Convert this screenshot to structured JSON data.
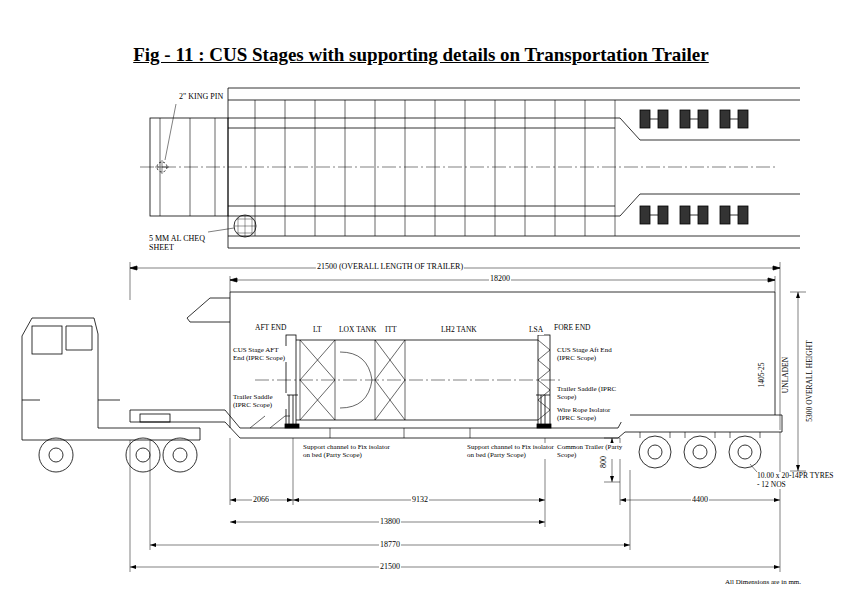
{
  "diagram": {
    "title": "Fig - 11 : CUS Stages with supporting details on Transportation Trailer",
    "labels": [
      "2\" KING PIN",
      "5 MM AL CHEQ SHEET",
      "21500 (OVERALL LENGTH OF TRAILER)",
      "18200",
      "AFT END",
      "LT",
      "LOX TANK",
      "ITT",
      "LH2 TANK",
      "LSA",
      "FORE END",
      "CUS Stage AFT End (IPRC Scope)",
      "CUS Stage Aft End (IPRC Scope)",
      "Trailer Saddle (IPRC Scope)",
      "Trailer Saddle (IPRC Scope)",
      "Wire Rope Isolator (IPRC Scope)",
      "Support channel to Fix isolator on bed (Party Scope)",
      "Support channel to Fix isolator on bed (Party Scope)",
      "Common Trailer (Party Scope)",
      "1405-25",
      "UNLADEN",
      "5300 OVERALL HEIGHT",
      "2066",
      "9132",
      "13800",
      "18770",
      "21500",
      "800",
      "4400",
      "10.00 x 20-14PR TYRES - 12 NOS",
      "All Dimensions are in mm."
    ]
  }
}
